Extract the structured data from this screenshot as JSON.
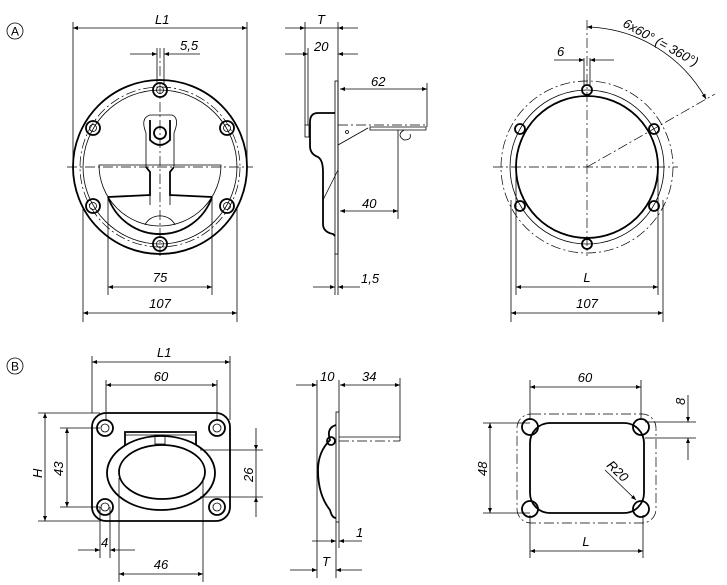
{
  "views": {
    "A": {
      "marker": "A",
      "front": {
        "L1": "L1",
        "slot": "5,5",
        "handle_width": "75",
        "hole_spacing": "107"
      },
      "side": {
        "T": "T",
        "depth": "20",
        "handle_reach": "62",
        "pivot": "40",
        "plate": "1,5"
      },
      "cutout": {
        "hole": "6",
        "angle": "6x60° (= 360°)",
        "L": "L",
        "hole_spacing": "107"
      }
    },
    "B": {
      "marker": "B",
      "front": {
        "L1": "L1",
        "hole_spacing_x": "60",
        "H": "H",
        "hole_spacing_y": "43",
        "grip_height": "26",
        "offset": "4",
        "grip_width": "46"
      },
      "side": {
        "depth": "10",
        "handle_reach": "34",
        "plate": "1",
        "T": "T"
      },
      "cutout": {
        "hole_spacing_x": "60",
        "hole": "8",
        "hole_spacing_y": "48",
        "radius": "R20",
        "L": "L"
      }
    }
  }
}
